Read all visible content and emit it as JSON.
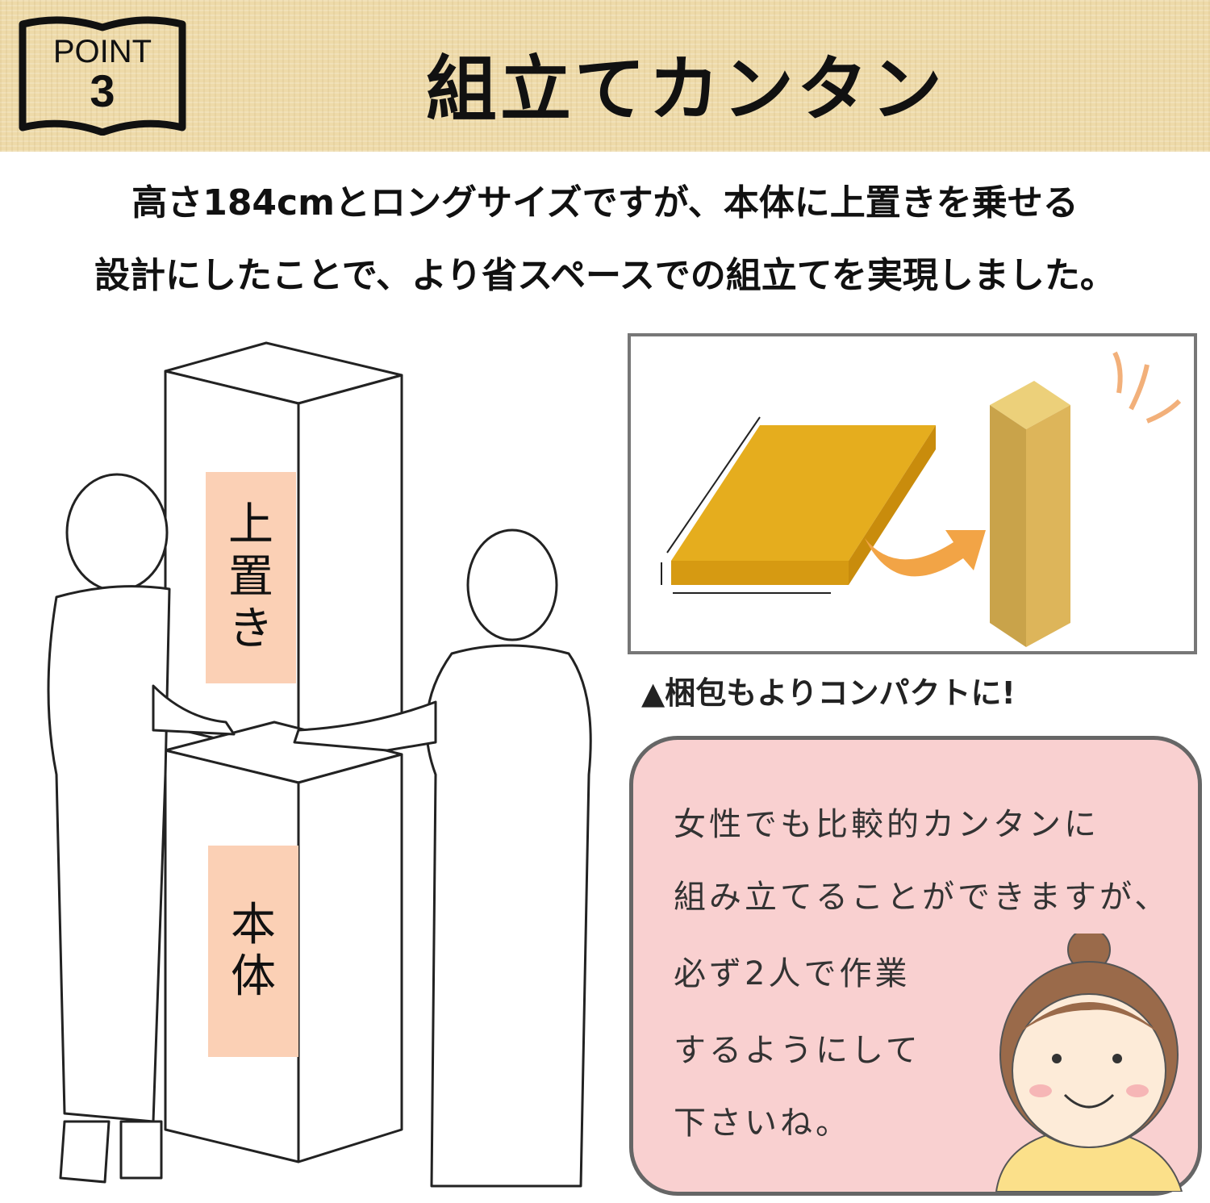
{
  "header": {
    "badge": {
      "point_label": "POINT",
      "number": "3"
    },
    "title": "組立てカンタン",
    "background_color": "#eedaa9"
  },
  "lead": {
    "line1": "高さ184cmとロングサイズですが、本体に上置きを乗せる",
    "line2": "設計にしたことで、より省スペースでの組立てを実現しました。"
  },
  "illustration": {
    "upper_label_chars": [
      "上",
      "置",
      "き"
    ],
    "lower_label_chars": [
      "本",
      "体"
    ],
    "label_color": "#fbd0b5"
  },
  "packaging": {
    "caption": "▲梱包もよりコンパクトに!",
    "flat_box_color": "#e5ad1e",
    "tall_box_color": "#d9b456",
    "arrow_color": "#f2a446"
  },
  "note": {
    "lines": [
      "女性でも比較的カンタンに",
      "組み立てることができますが、",
      "必ず2人で作業",
      "するようにして",
      "下さいね。"
    ],
    "background_color": "#f9d0d0"
  }
}
